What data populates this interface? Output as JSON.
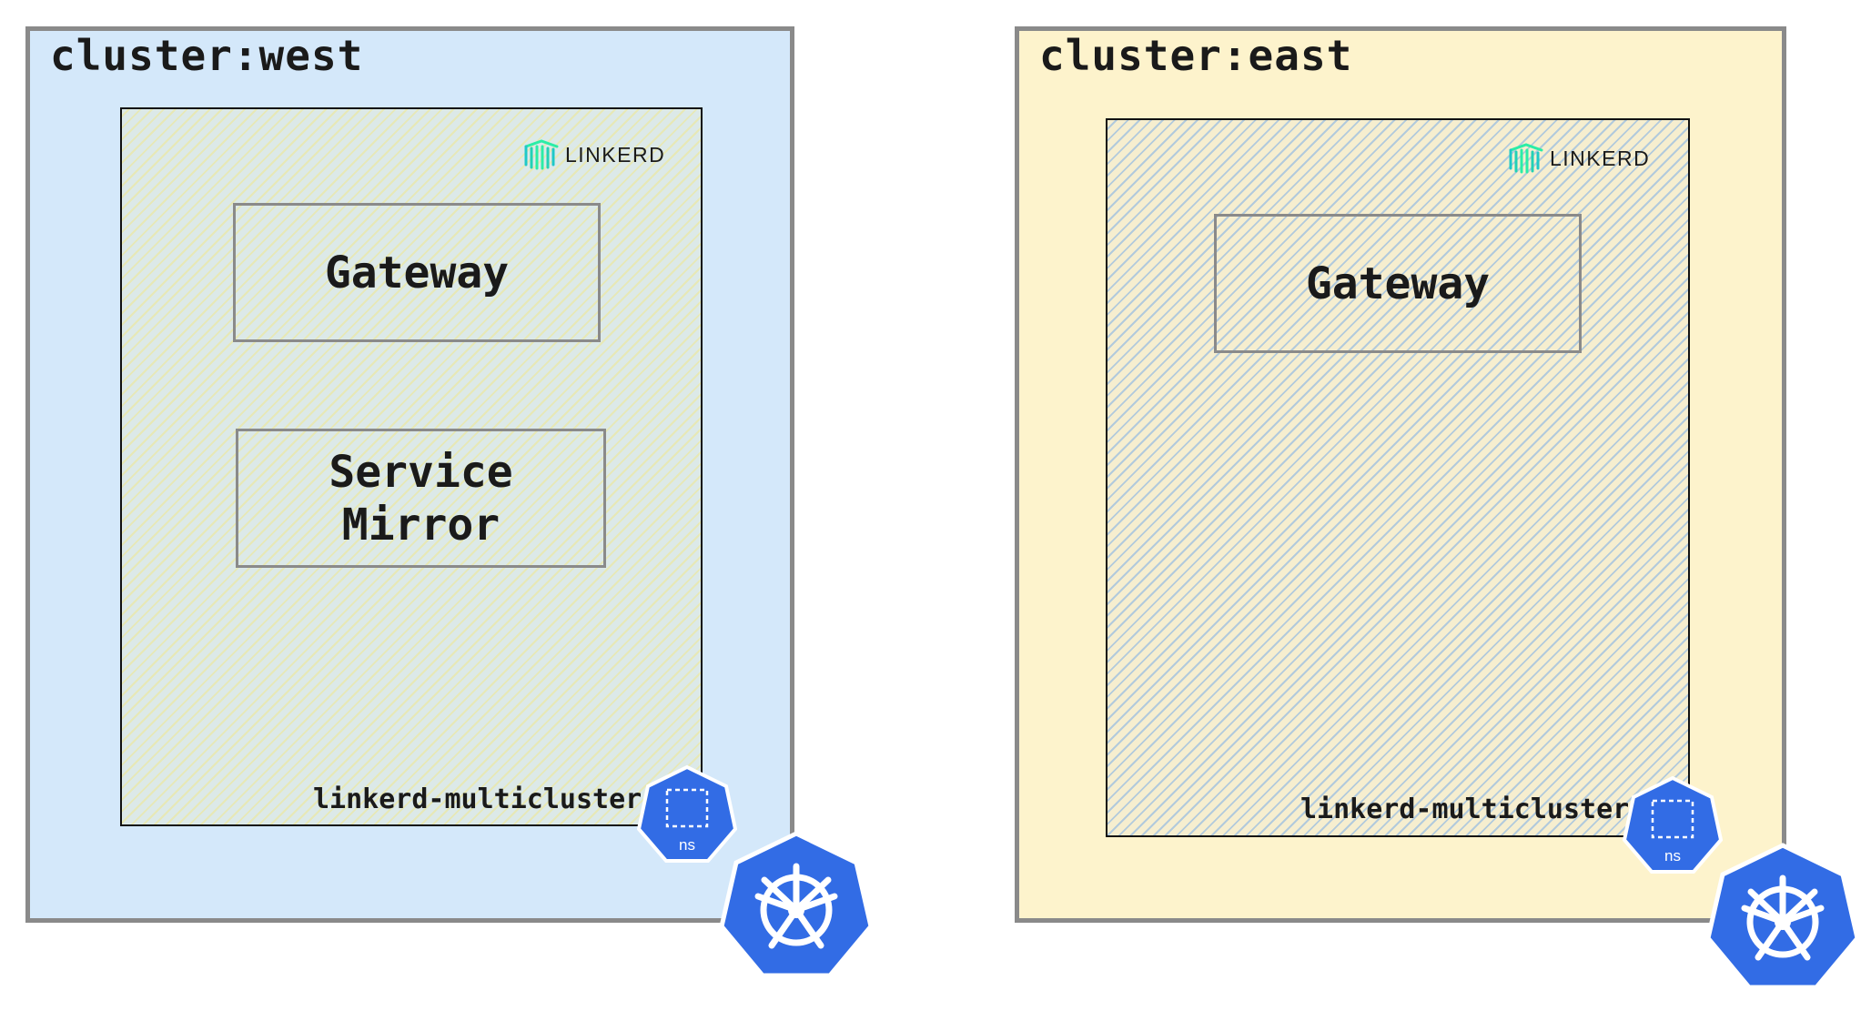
{
  "clusters": {
    "west": {
      "title": "cluster:west",
      "background": "#d4e8fa",
      "namespace": "linkerd-multicluster",
      "brand": "LINKERD",
      "components": {
        "gateway": "Gateway",
        "service_mirror_line1": "Service",
        "service_mirror_line2": "Mirror"
      },
      "ns_badge": "ns"
    },
    "east": {
      "title": "cluster:east",
      "background": "#fdf3cc",
      "namespace": "linkerd-multicluster",
      "brand": "LINKERD",
      "components": {
        "gateway": "Gateway"
      },
      "ns_badge": "ns"
    }
  },
  "icons": [
    "linkerd-logo-icon",
    "kubernetes-namespace-icon",
    "kubernetes-helm-icon"
  ],
  "colors": {
    "kubernetes_blue": "#326ce5",
    "linkerd_teal": "#2beda7",
    "border_gray": "#8a8a8a"
  }
}
